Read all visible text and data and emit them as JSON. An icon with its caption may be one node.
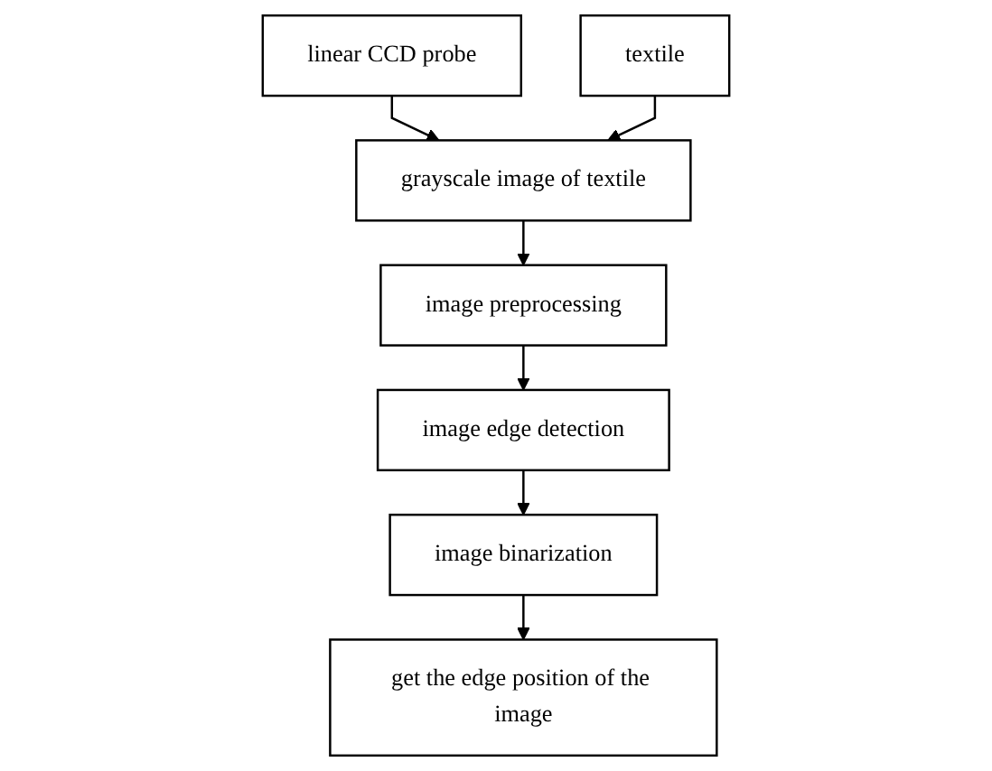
{
  "diagram": {
    "nodes": [
      {
        "text": [
          "linear CCD probe"
        ]
      },
      {
        "text": [
          "textile"
        ]
      },
      {
        "text": [
          "grayscale image of textile"
        ]
      },
      {
        "text": [
          "image preprocessing"
        ]
      },
      {
        "text": [
          "image edge detection"
        ]
      },
      {
        "text": [
          "image binarization"
        ]
      },
      {
        "text": [
          "get the edge position of the image"
        ]
      }
    ],
    "edges": [
      {
        "from": 0,
        "to": 2,
        "arrow": "to"
      },
      {
        "from": 1,
        "to": 2,
        "arrow": "to"
      },
      {
        "from": 2,
        "to": 3,
        "arrow": "to"
      },
      {
        "from": 3,
        "to": 4,
        "arrow": "to"
      },
      {
        "from": 4,
        "to": 5,
        "arrow": "to"
      },
      {
        "from": 5,
        "to": 6,
        "arrow": "to"
      }
    ]
  }
}
